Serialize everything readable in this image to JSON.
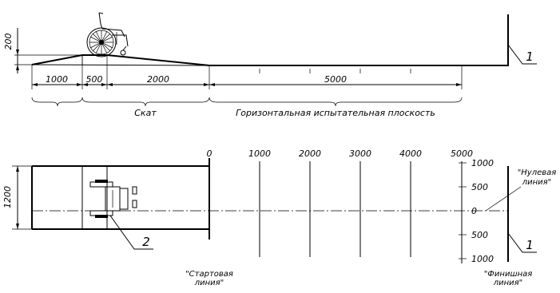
{
  "side_view": {
    "dim_height": "200",
    "dims": [
      "1000",
      "500",
      "2000",
      "5000"
    ],
    "label_ramp": "Скат",
    "label_plane": "Горизонтальная испытательная плоскость",
    "callout": "1"
  },
  "plan_view": {
    "dim_width": "1200",
    "x_ticks": [
      "0",
      "1000",
      "2000",
      "3000",
      "4000",
      "5000"
    ],
    "y_ticks": [
      "1000",
      "500",
      "0",
      "500",
      "1000"
    ],
    "zero_line": [
      "\"Нулевая",
      "линия\""
    ],
    "start_line": [
      "\"Стартовая",
      "линия\""
    ],
    "finish_line": [
      "\"Финишная",
      "линия\""
    ],
    "callout_1": "1",
    "callout_2": "2"
  }
}
